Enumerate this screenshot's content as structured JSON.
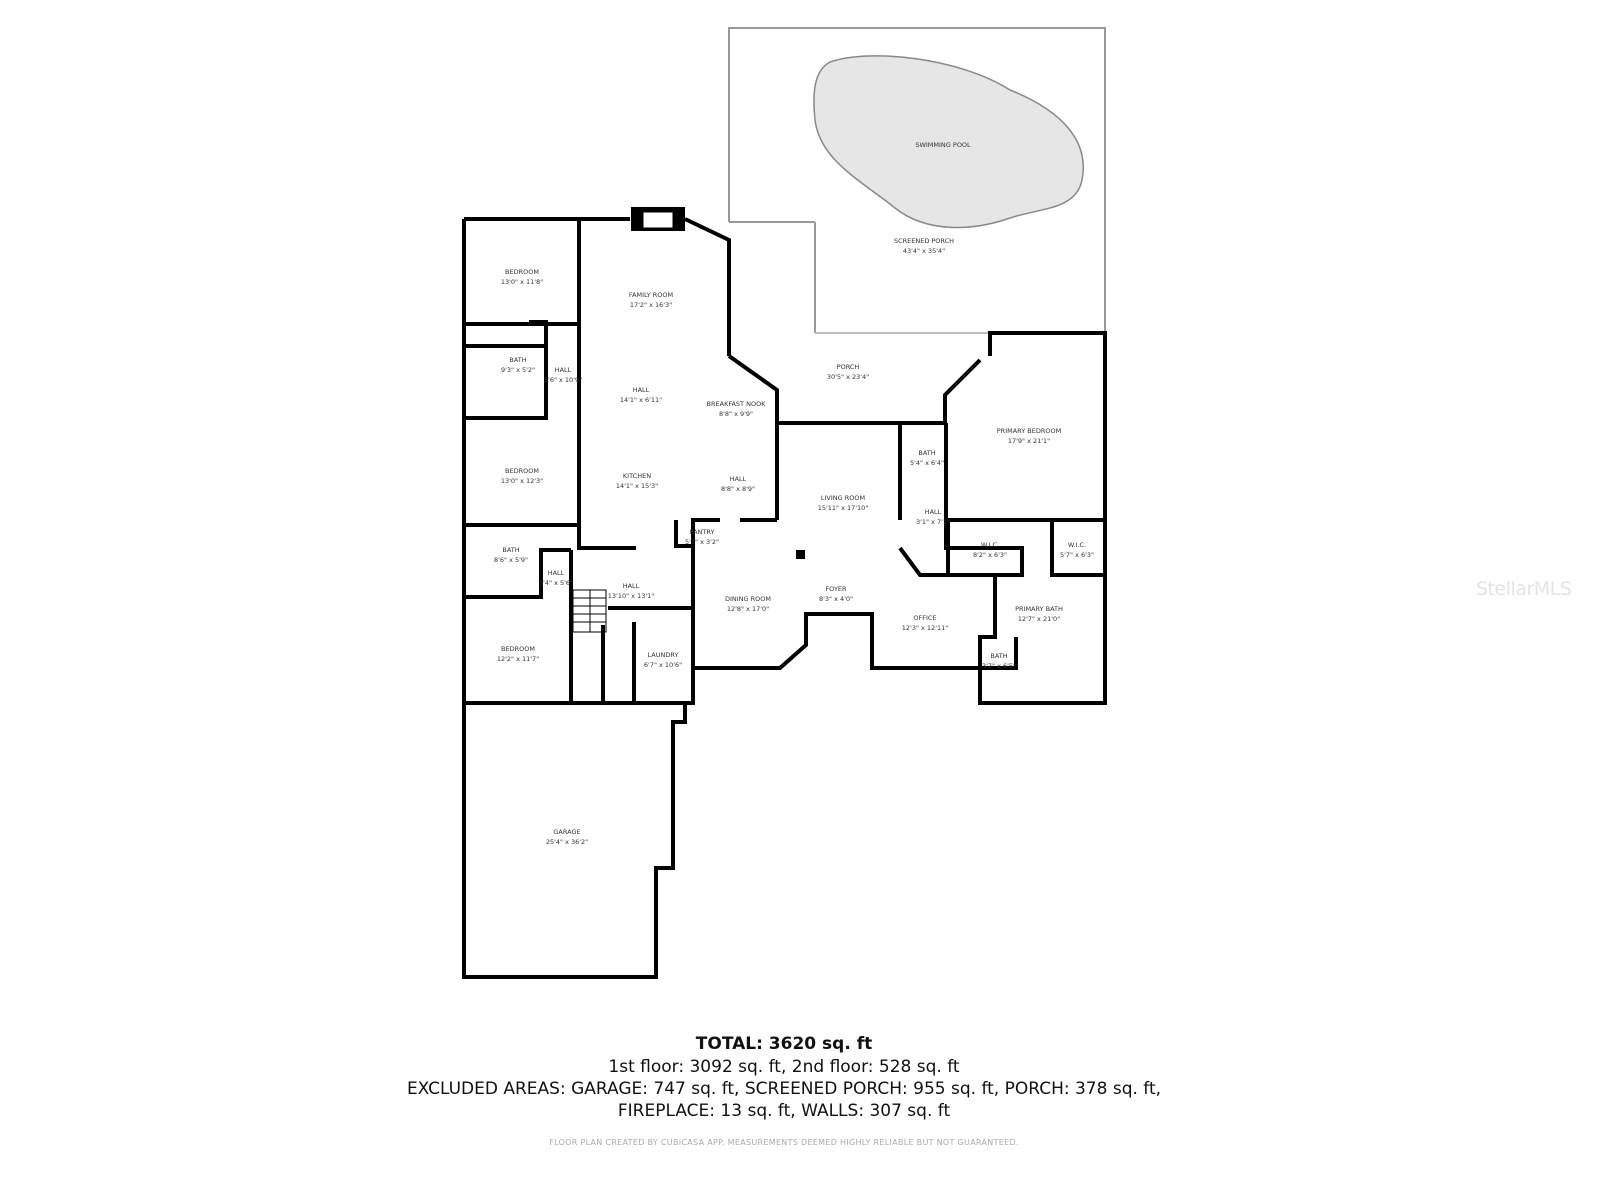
{
  "rooms": [
    {
      "name": "SWIMMING POOL",
      "dim": ""
    },
    {
      "name": "SCREENED PORCH",
      "dim": "43'4\" x 35'4\""
    },
    {
      "name": "BEDROOM",
      "dim": "13'0\" x 11'8\""
    },
    {
      "name": "FAMILY ROOM",
      "dim": "17'2\" x 16'3\""
    },
    {
      "name": "BATH",
      "dim": "9'3\" x 5'2\""
    },
    {
      "name": "HALL",
      "dim": "3'6\" x 10'9\""
    },
    {
      "name": "PORCH",
      "dim": "30'5\" x 23'4\""
    },
    {
      "name": "HALL",
      "dim": "14'1\" x 6'11\""
    },
    {
      "name": "BREAKFAST NOOK",
      "dim": "8'8\" x 9'9\""
    },
    {
      "name": "PRIMARY BEDROOM",
      "dim": "17'9\" x 21'1\""
    },
    {
      "name": "BATH",
      "dim": "5'4\" x 6'4\""
    },
    {
      "name": "BEDROOM",
      "dim": "13'0\" x 12'3\""
    },
    {
      "name": "KITCHEN",
      "dim": "14'1\" x 15'3\""
    },
    {
      "name": "HALL",
      "dim": "8'8\" x 8'9\""
    },
    {
      "name": "LIVING ROOM",
      "dim": "15'11\" x 17'10\""
    },
    {
      "name": "HALL",
      "dim": "3'1\" x 7'1\""
    },
    {
      "name": "PANTRY",
      "dim": "5'7\" x 3'2\""
    },
    {
      "name": "W.I.C.",
      "dim": "8'2\" x 6'3\""
    },
    {
      "name": "W.I.C.",
      "dim": "5'7\" x 6'3\""
    },
    {
      "name": "BATH",
      "dim": "8'6\" x 5'9\""
    },
    {
      "name": "HALL",
      "dim": "3'4\" x 5'6\""
    },
    {
      "name": "HALL",
      "dim": "13'10\" x 13'1\""
    },
    {
      "name": "FOYER",
      "dim": "8'3\" x 4'0\""
    },
    {
      "name": "DINING ROOM",
      "dim": "12'8\" x 17'0\""
    },
    {
      "name": "PRIMARY BATH",
      "dim": "12'7\" x 21'0\""
    },
    {
      "name": "OFFICE",
      "dim": "12'3\" x 12'11\""
    },
    {
      "name": "BEDROOM",
      "dim": "12'2\" x 11'7\""
    },
    {
      "name": "LAUNDRY",
      "dim": "6'7\" x 10'6\""
    },
    {
      "name": "BATH",
      "dim": "3'7\" x 6'5\""
    },
    {
      "name": "GARAGE",
      "dim": "25'4\" x 36'2\""
    }
  ],
  "summary": {
    "total": "TOTAL: 3620 sq. ft",
    "floors": "1st floor: 3092 sq. ft, 2nd floor: 528 sq. ft",
    "excluded_1": "EXCLUDED AREAS: GARAGE: 747 sq. ft, SCREENED PORCH: 955 sq. ft, PORCH: 378 sq. ft,",
    "excluded_2": "FIREPLACE: 13 sq. ft, WALLS: 307 sq. ft"
  },
  "disclaimer": "FLOOR PLAN CREATED BY CUBICASA APP. MEASUREMENTS DEEMED HIGHLY RELIABLE BUT NOT GUARANTEED.",
  "watermark": "StellarMLS",
  "colors": {
    "wall": "#000000",
    "pool": "#e6e6e6",
    "text": "#333333"
  }
}
